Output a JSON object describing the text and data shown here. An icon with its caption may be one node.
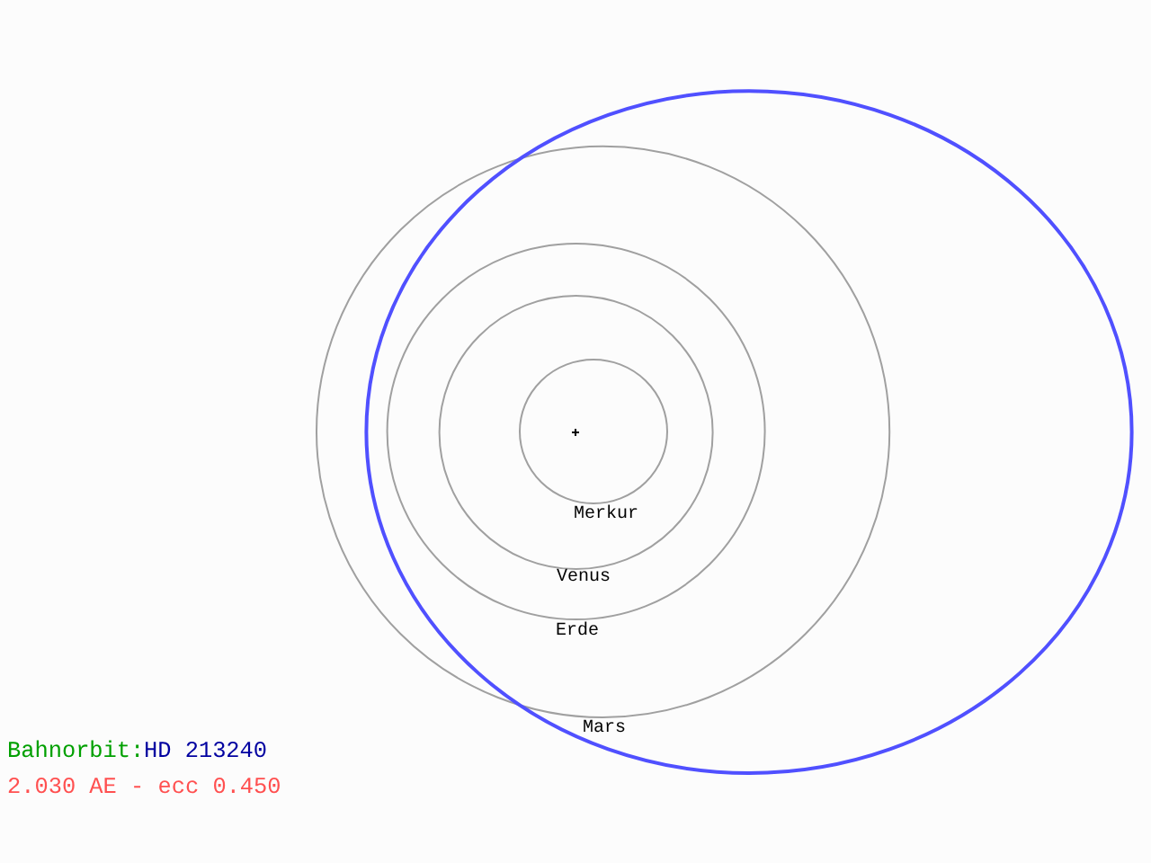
{
  "diagram": {
    "labels": [
      "Merkur",
      "Venus",
      "Erde",
      "Mars",
      "Bahnorbit:",
      "HD 213240",
      "2.030 AE - ecc 0.450"
    ]
  }
}
